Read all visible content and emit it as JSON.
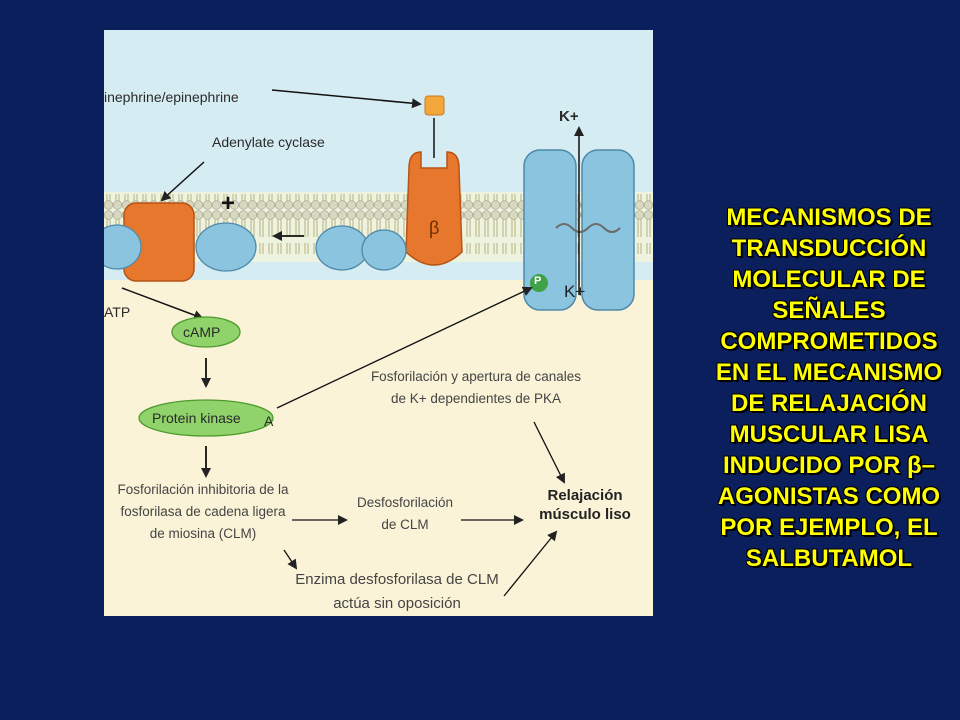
{
  "diagram": {
    "epinephrine_label": "inephrine/epinephrine",
    "adenylate_label": "Adenylate cyclase",
    "plus_sign": "+",
    "beta_label": "β",
    "k_top_label": "K+",
    "p_badge": "P",
    "k_bottom_label": "K+",
    "atp_label": "ATP",
    "camp_label": "cAMP",
    "pk_label": "Protein kinase",
    "pk_suffix": "A",
    "note_pka": "Fosforilación y apertura de canales de K+ dependientes de PKA",
    "note_inhib": "Fosforilación inhibitoria de la fosforilasa de cadena ligera de miosina (CLM)",
    "note_desfos": "Desfosforilación de CLM",
    "note_enzima": "Enzima desfosforilasa de CLM actúa sin oposición",
    "note_relax": "Relajación músculo liso"
  },
  "title": {
    "lines": [
      "MECANISMOS DE",
      "TRANSDUCCIÓN",
      "MOLECULAR DE",
      "SEÑALES",
      "COMPROMETIDOS",
      "EN EL MECANISMO",
      "DE RELAJACIÓN",
      "MUSCULAR LISA",
      "INDUCIDO POR β–",
      "AGONISTAS COMO",
      "POR EJEMPLO, EL",
      "SALBUTAMOL"
    ]
  },
  "colors": {
    "background": "#0b1f5c",
    "title": "#ffff00",
    "orange": "#e8772e",
    "blue": "#8ac4df",
    "green": "#8fd36a"
  }
}
